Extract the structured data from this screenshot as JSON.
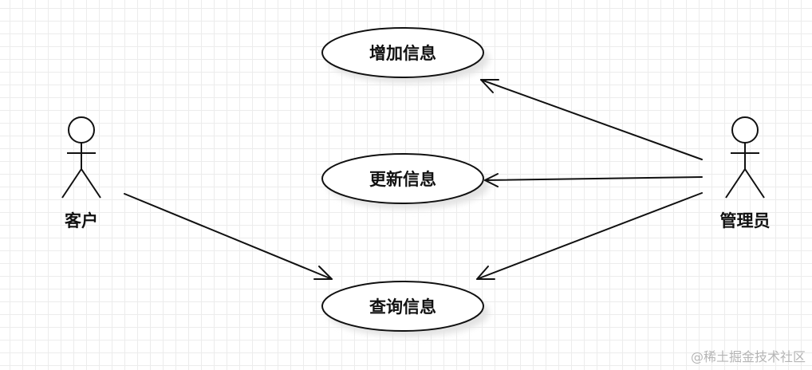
{
  "actors": {
    "customer": {
      "label": "客户"
    },
    "admin": {
      "label": "管理员"
    }
  },
  "use_cases": {
    "add": {
      "label": "增加信息"
    },
    "update": {
      "label": "更新信息"
    },
    "query": {
      "label": "查询信息"
    }
  },
  "watermark": "@稀土掘金技术社区",
  "colors": {
    "stroke": "#111111",
    "shadow": "#e6e6e6",
    "grid": "#ececec",
    "watermark": "#b5b5b5"
  }
}
